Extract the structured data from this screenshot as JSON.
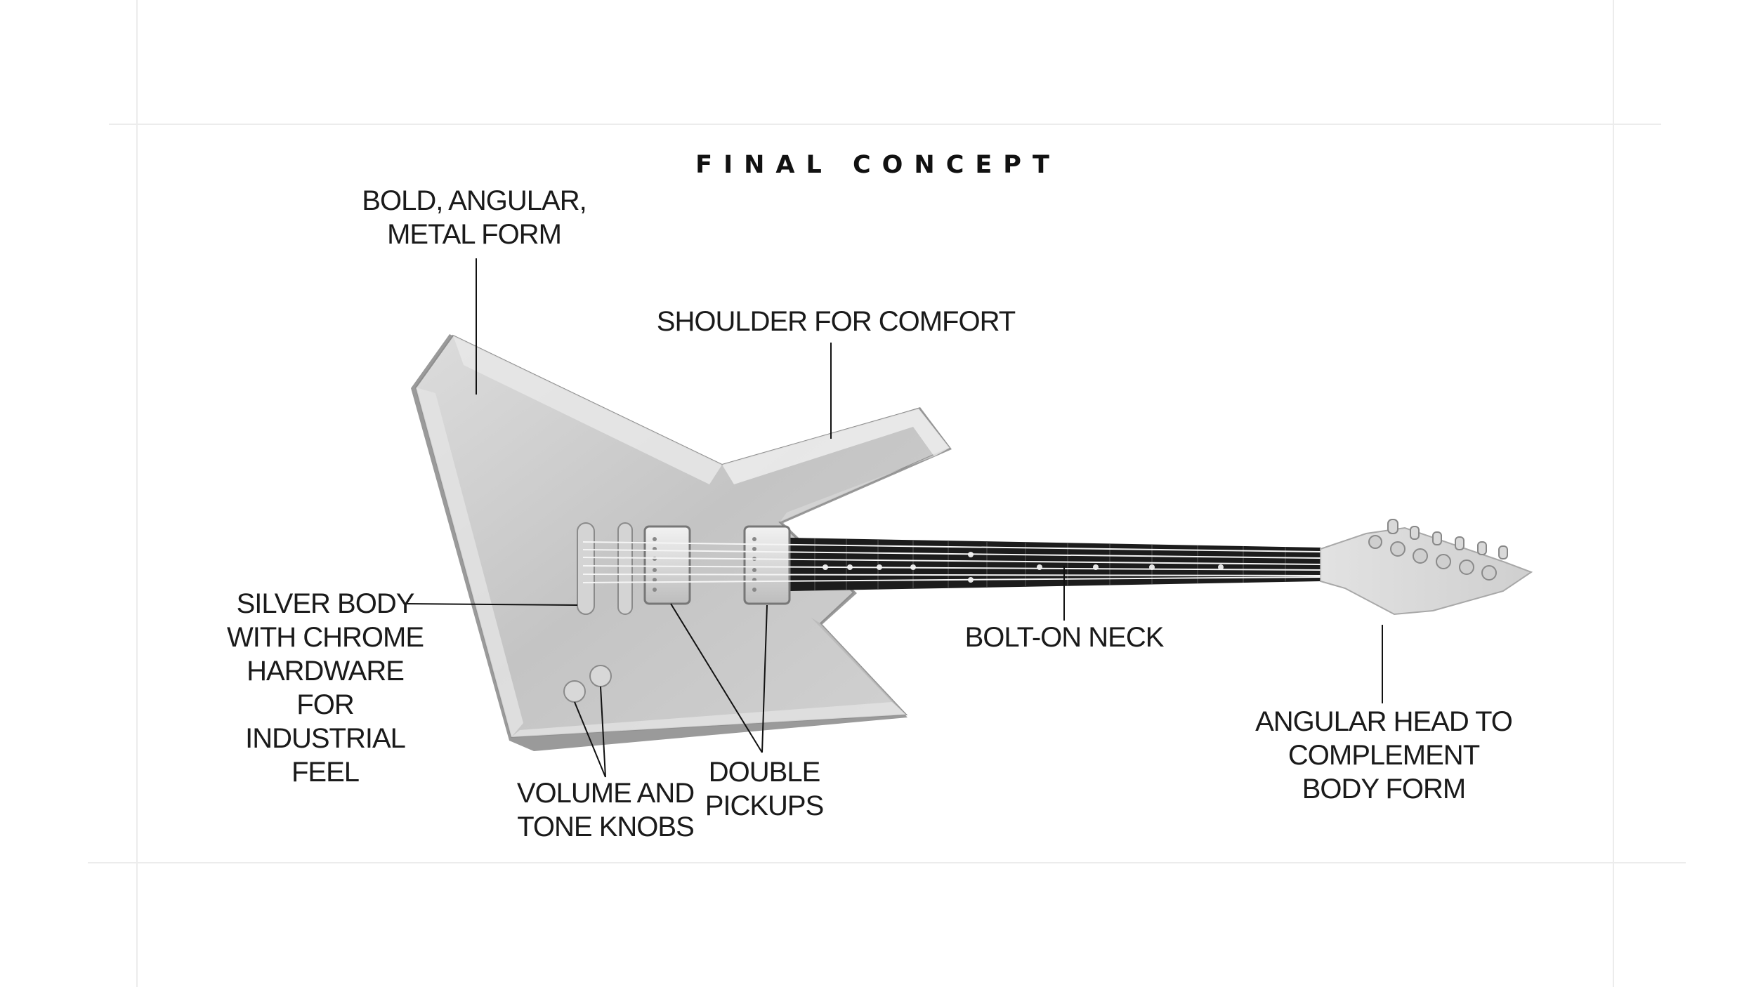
{
  "title": "FINAL  CONCEPT",
  "labels": {
    "bold_form": "BOLD, ANGULAR,\nMETAL FORM",
    "shoulder": "SHOULDER FOR COMFORT",
    "silver_body": "SILVER BODY\nWITH CHROME\nHARDWARE\nFOR\nINDUSTRIAL\nFEEL",
    "knobs": "VOLUME AND\nTONE KNOBS",
    "pickups": "DOUBLE\nPICKUPS",
    "neck": "BOLT-ON NECK",
    "head": "ANGULAR HEAD TO\nCOMPLEMENT\nBODY FORM"
  },
  "colors": {
    "body": "#c9c9c9",
    "bevel": "#e6e6e6",
    "fretboard": "#1c1c1c",
    "leader": "#111111"
  }
}
